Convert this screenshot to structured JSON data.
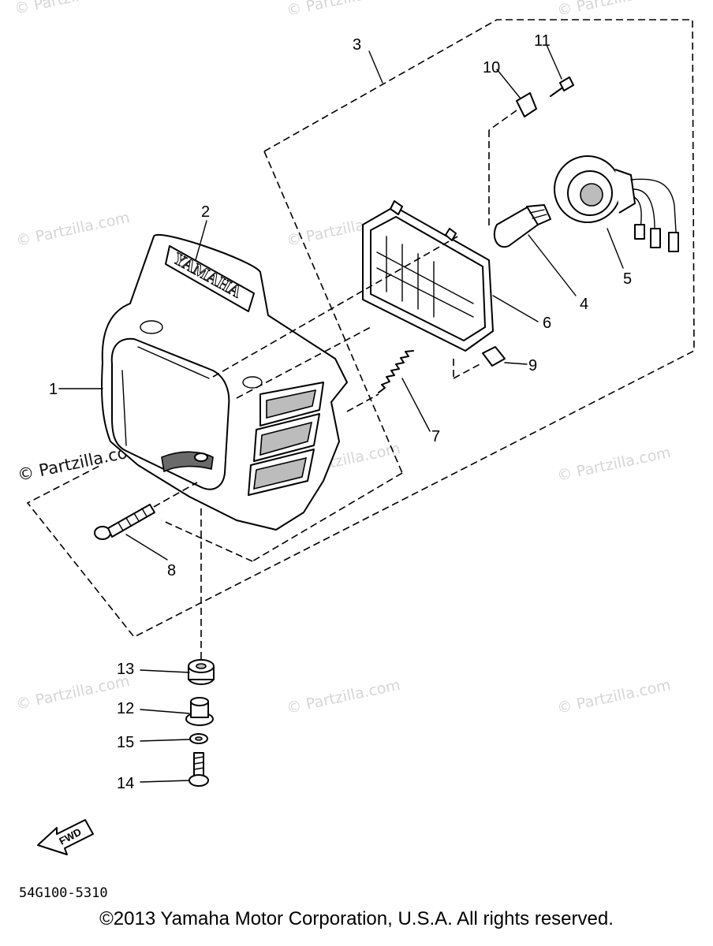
{
  "watermarks": [
    "© Partzilla.com",
    "© Partzilla.com",
    "© Partzilla.com",
    "© Partzilla.com",
    "© Partzilla.com",
    "© Partzilla.com",
    "© Partzilla.com",
    "© Partzilla.com",
    "© Partzilla.com",
    "© Partzilla.com",
    "© Partzilla.com"
  ],
  "callouts": {
    "p1": "1",
    "p2": "2",
    "p3": "3",
    "p4": "4",
    "p5": "5",
    "p6": "6",
    "p7": "7",
    "p8": "8",
    "p9": "9",
    "p10": "10",
    "p11": "11",
    "p12": "12",
    "p13": "13",
    "p14": "14",
    "p15": "15"
  },
  "brand_text": "YAMAHA",
  "fwd_label": "FWD",
  "diagram_code": "54G100-5310",
  "copyright": "©2013 Yamaha Motor Corporation, U.S.A. All rights reserved."
}
